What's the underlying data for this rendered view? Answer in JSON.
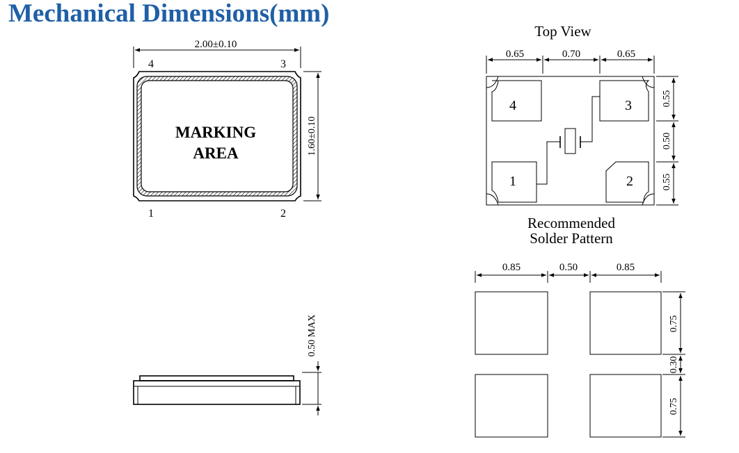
{
  "title": "Mechanical Dimensions(mm)",
  "top_view": {
    "heading": "Top View",
    "widths": [
      "0.65",
      "0.70",
      "0.65"
    ],
    "heights": [
      "0.55",
      "0.50",
      "0.55"
    ],
    "pads": [
      "4",
      "3",
      "1",
      "2"
    ]
  },
  "package": {
    "width_dim": "2.00±0.10",
    "height_dim": "1.60±0.10",
    "marking": [
      "MARKING",
      "AREA"
    ],
    "pins": [
      "4",
      "3",
      "1",
      "2"
    ]
  },
  "side_view": {
    "height_dim": "0.50 MAX"
  },
  "solder": {
    "heading": [
      "Recommended",
      "Solder Pattern"
    ],
    "widths": [
      "0.85",
      "0.50",
      "0.85"
    ],
    "heights": [
      "0.75",
      "0.30",
      "0.75"
    ]
  }
}
